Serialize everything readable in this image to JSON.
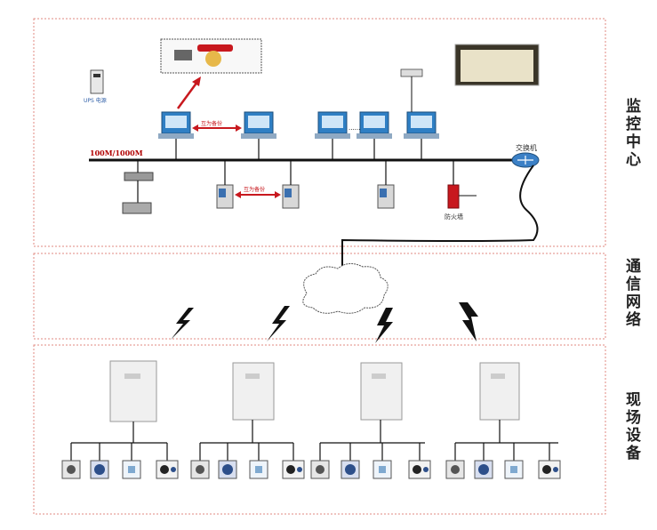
{
  "sections": {
    "monitoring_center": "监控中心",
    "communication_network": "通信网络",
    "field_equipment": "现场设备"
  },
  "network": {
    "speed": "100M/1000M",
    "switch": "交换机",
    "firewall": "防火墙",
    "wan": "",
    "public_network": "",
    "cloud": ""
  },
  "devices": {
    "ups": "UPS 电源",
    "printer_server": "",
    "printer": "",
    "db_server_1": "",
    "db_server_2": "",
    "web_server": "",
    "backup_link_top": "互为备份",
    "backup_link_bottom": "互为备份",
    "workstation_1": "",
    "workstation_2": "",
    "workstation_3": "",
    "workstation_4": "",
    "workstation_5": "",
    "projector": "",
    "display_wall": "",
    "alarm_phone": ""
  },
  "field_sites": [
    {
      "sensors": [
        "",
        "",
        "",
        ""
      ]
    },
    {
      "sensors": [
        "",
        "",
        "",
        ""
      ]
    },
    {
      "sensors": [
        "",
        "",
        "",
        ""
      ]
    },
    {
      "sensors": [
        "",
        "",
        "",
        ""
      ]
    }
  ],
  "colors": {
    "border": "#e08a80",
    "accent_red": "#c8181e",
    "monitor_blue": "#2f7fc4"
  }
}
